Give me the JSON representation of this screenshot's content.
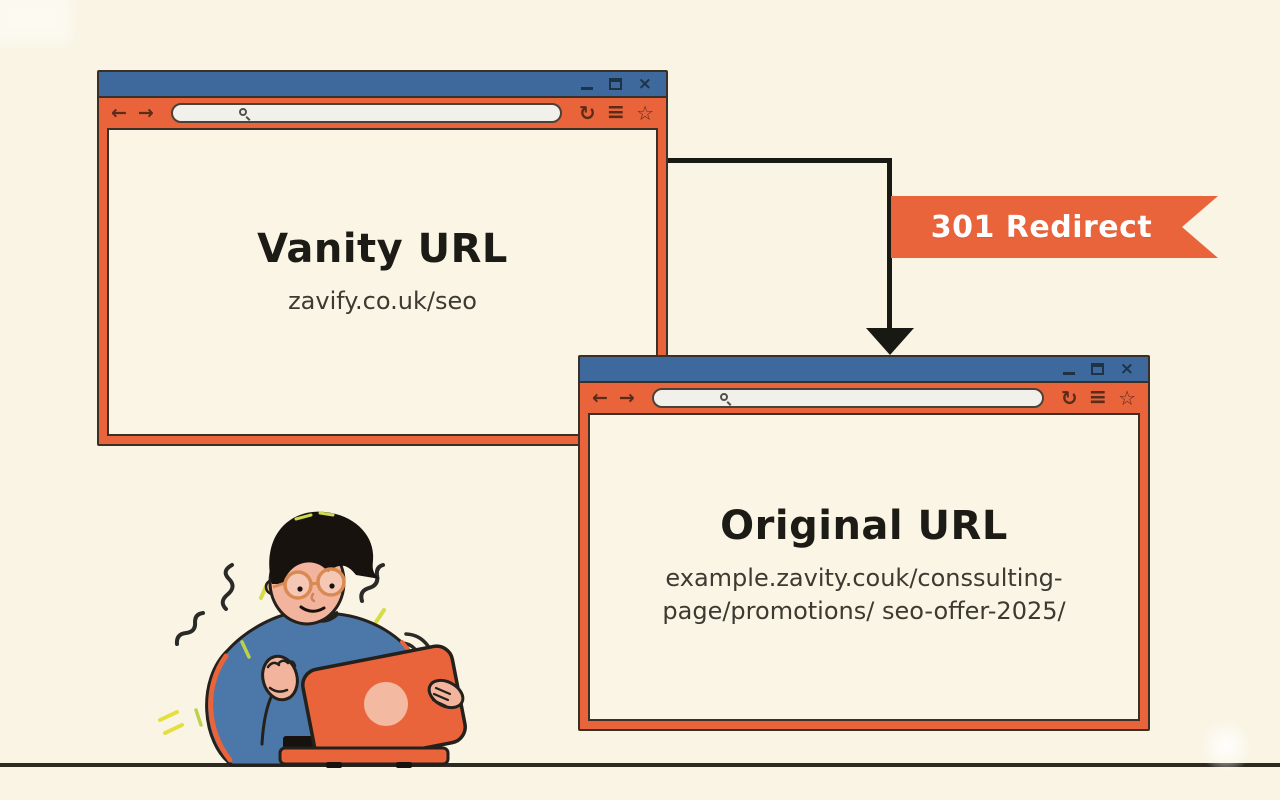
{
  "windows": [
    {
      "id": "vanity",
      "label": "Vanity URL",
      "url_lines": [
        "zavify.co.uk/seo"
      ]
    },
    {
      "id": "original",
      "label": "Original URL",
      "url_lines": [
        "example.zavity.couk/conssulting-",
        "page/promotions/ seo-offer-2025/"
      ]
    }
  ],
  "ribbon": {
    "label": "301 Redirect"
  },
  "browser_chrome": {
    "back_icon": "←",
    "forward_icon": "→",
    "refresh_icon": "↻",
    "menu_icon": "≡",
    "star_icon": "☆",
    "close_icon": "×",
    "search_value": ""
  },
  "colors": {
    "background_cream": "#f9f4e3",
    "title_bar_blue": "#3d699c",
    "chrome_orange": "#e9633b",
    "outline_dark": "#3a3027",
    "ribbon_orange": "#e9633b",
    "ribbon_text": "#ffffff",
    "heading_text": "#1c1b16",
    "url_text": "#3c3a31",
    "arrow_black": "#191914",
    "sweater_blue": "#4b77a9",
    "skin_tone": "#f2b49c",
    "laptop_orange": "#e9633b",
    "accent_yellow_green": "#d6dc45"
  }
}
